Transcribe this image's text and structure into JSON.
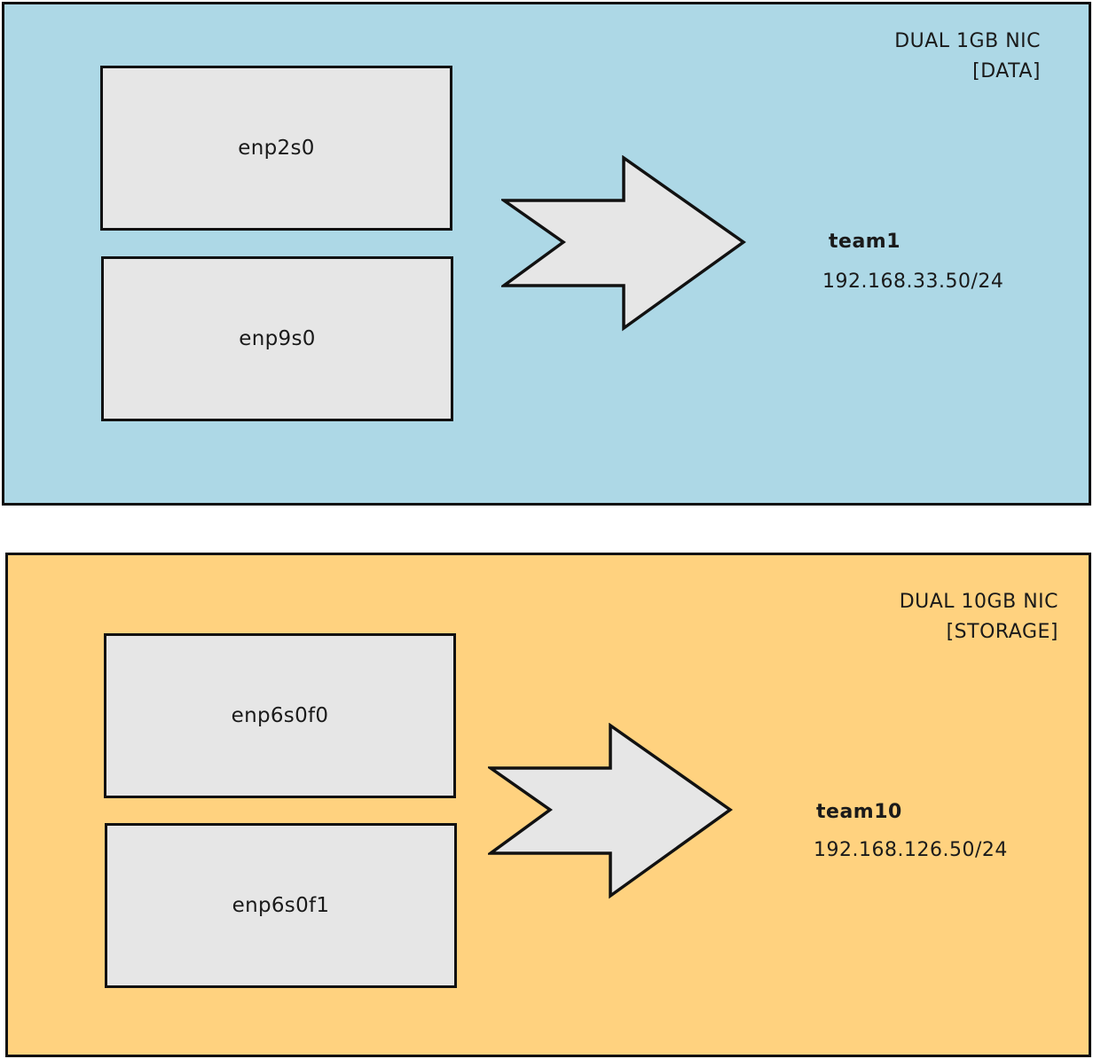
{
  "colors": {
    "data_panel_bg": "#add8e6",
    "storage_panel_bg": "#ffd27f",
    "interface_box_bg": "#e6e6e6",
    "outline": "#111111"
  },
  "data_nic": {
    "title": "DUAL 1GB NIC",
    "subtitle": "[DATA]",
    "interfaces": [
      "enp2s0",
      "enp9s0"
    ],
    "team_name": "team1",
    "team_ip": "192.168.33.50/24"
  },
  "storage_nic": {
    "title": "DUAL 10GB NIC",
    "subtitle": "[STORAGE]",
    "interfaces": [
      "enp6s0f0",
      "enp6s0f1"
    ],
    "team_name": "team10",
    "team_ip": "192.168.126.50/24"
  }
}
